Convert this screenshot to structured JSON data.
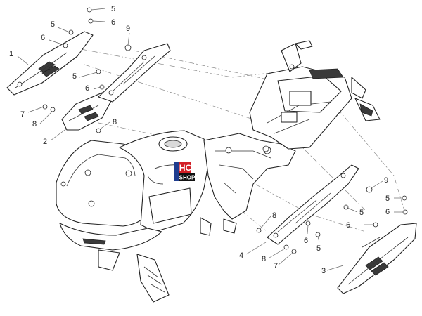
{
  "callouts": {
    "c5a": "5",
    "c6a": "6",
    "c9a": "9",
    "c5b": "5",
    "c6b": "6",
    "c1": "1",
    "c5c": "5",
    "c6c": "6",
    "c7a": "7",
    "c8a": "8",
    "c8b": "8",
    "c2": "2",
    "c9b": "9",
    "c5d": "5",
    "c6d": "6",
    "c8c": "8",
    "c5e": "5",
    "c6e": "6",
    "c6f": "6",
    "c5f": "5",
    "c4": "4",
    "c8d": "8",
    "c7b": "7",
    "c3": "3"
  },
  "logo": {
    "top": "HC",
    "bottom": "SHOP"
  },
  "colors": {
    "line": "#222222",
    "logo_red": "#d21f26",
    "logo_blue": "#1f3d8f"
  }
}
